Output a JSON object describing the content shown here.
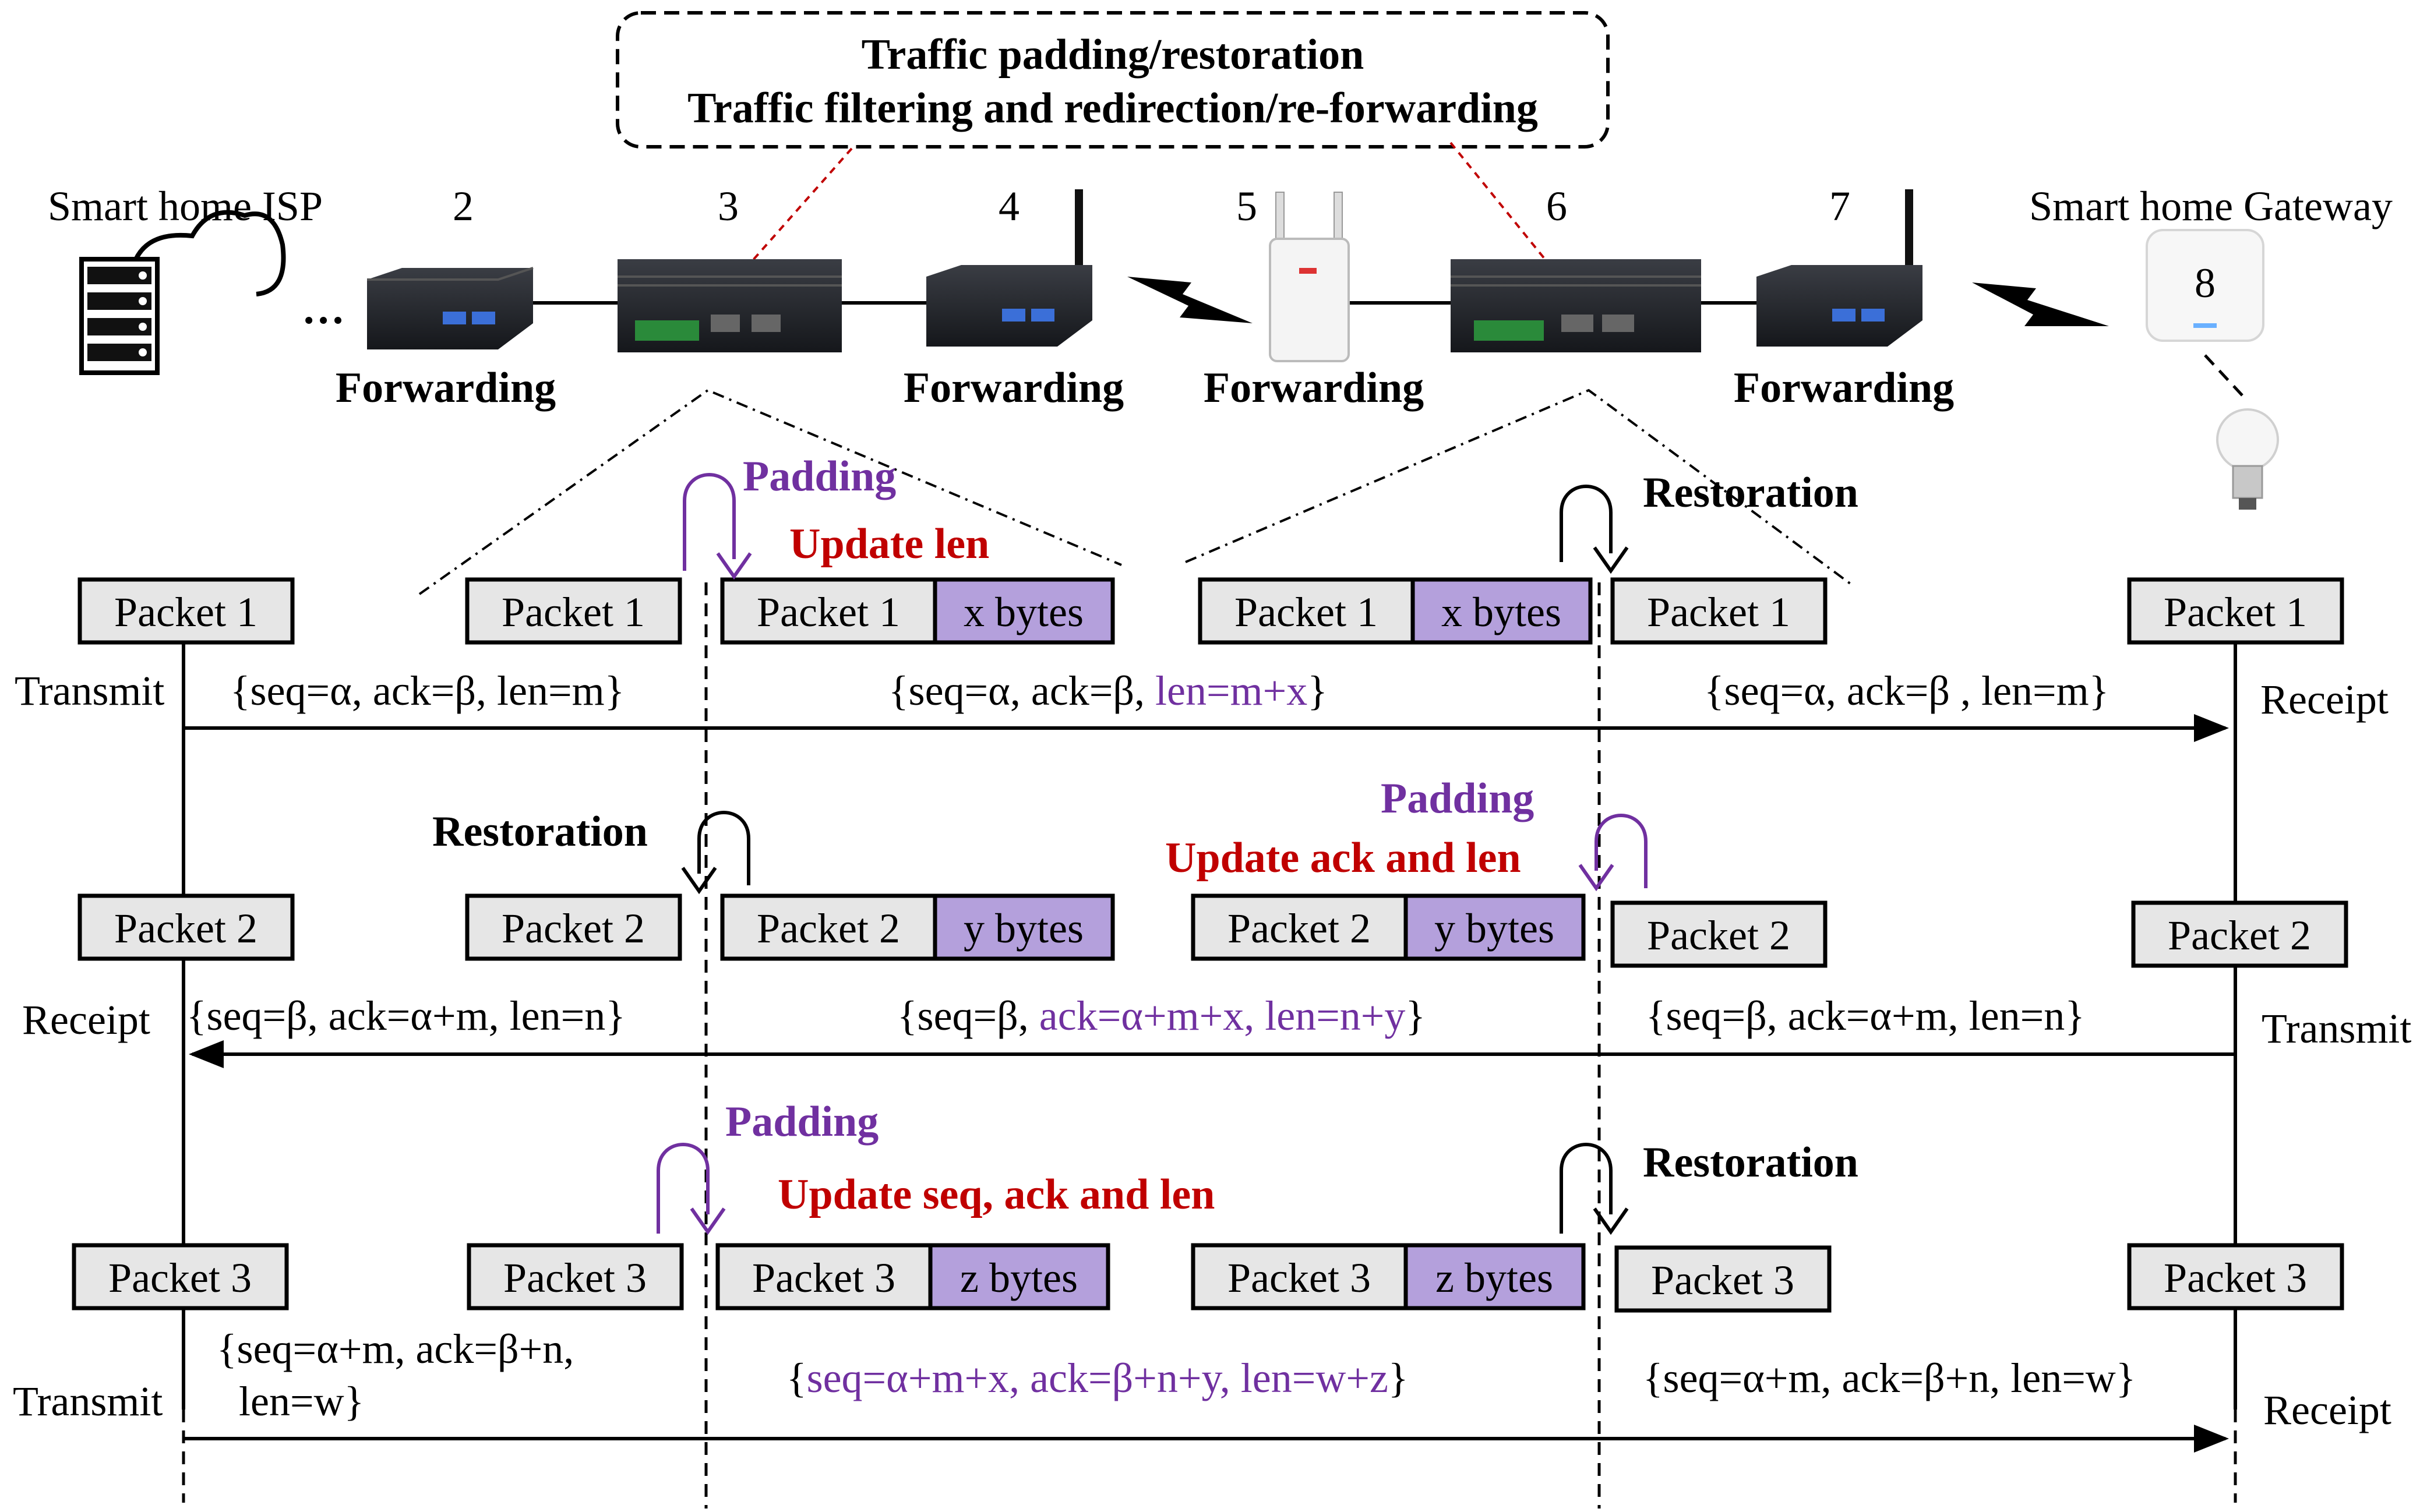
{
  "colors": {
    "purple": "#7030a0",
    "red": "#c00000",
    "packet_fill": "#e6e6e6",
    "bytes_fill": "#b4a0dc"
  },
  "topbox": {
    "line1": "Traffic padding/restoration",
    "line2": "Traffic filtering and redirection/re-forwarding"
  },
  "nodes": {
    "isp_label": "Smart home ISP",
    "n2": "2",
    "n3": "3",
    "n4": "4",
    "n5": "5",
    "n6": "6",
    "n7": "7",
    "gateway_label": "Smart home Gateway",
    "n8": "8",
    "ellipsis": "…",
    "fwd_label": "Forwarding"
  },
  "icons": [
    "server-cloud-icon",
    "mini-pc-icon",
    "router-icon",
    "wifi-extender-icon",
    "lightning-link-icon",
    "smart-hub-icon",
    "light-bulb-icon"
  ],
  "ops": {
    "padding": "Padding",
    "restoration": "Restoration",
    "update_len": "Update len",
    "update_ack_len": "Update ack and len",
    "update_seq_ack_len": "Update seq, ack and len"
  },
  "packets": {
    "p1": "Packet 1",
    "p2": "Packet 2",
    "p3": "Packet 3",
    "x": "x bytes",
    "y": "y bytes",
    "z": "z bytes"
  },
  "sides": {
    "transmit": "Transmit",
    "receipt": "Receipt"
  },
  "flow1": {
    "left": "{seq=α, ack=β, len=m}",
    "mid_pre": "{seq=α, ack=β, ",
    "mid_mod": "len=m+x",
    "mid_post": "}",
    "right": "{seq=α, ack=β , len=m}"
  },
  "flow2": {
    "left": "{seq=β, ack=α+m, len=n}",
    "mid_pre": "{seq=β, ",
    "mid_mod": "ack=α+m+x, len=n+y",
    "mid_post": "}",
    "right": "{seq=β, ack=α+m, len=n}"
  },
  "flow3": {
    "left_l1": "{seq=α+m, ack=β+n,",
    "left_l2": "len=w}",
    "mid_pre": "{",
    "mid_mod": "seq=α+m+x, ack=β+n+y, len=w+z",
    "mid_post": "}",
    "right": "{seq=α+m, ack=β+n, len=w}"
  }
}
